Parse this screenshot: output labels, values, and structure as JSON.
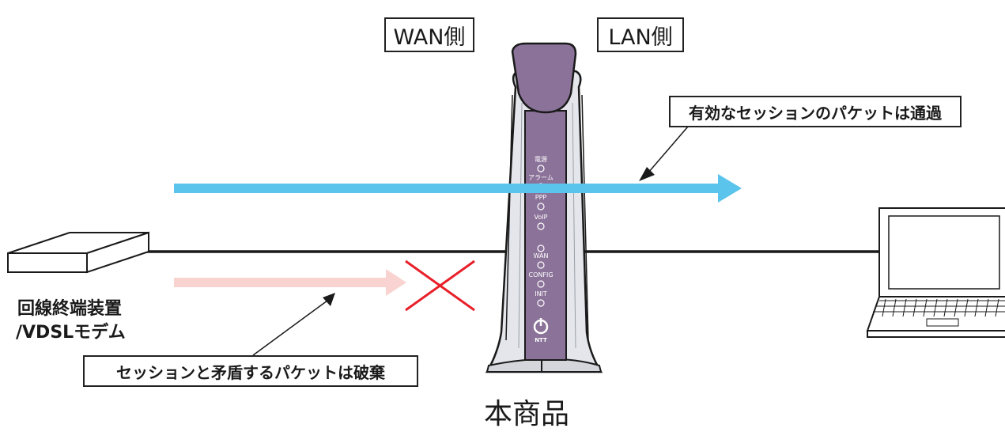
{
  "labels": {
    "wan_side": "WAN側",
    "lan_side": "LAN側",
    "valid_packets": "有効なセッションのパケットは通過",
    "discard_packets": "セッションと矛盾するパケットは破棄",
    "modem_line1": "回線終端装置",
    "modem_line2": "/VDSLモデム",
    "product": "本商品"
  },
  "router": {
    "leds": [
      "電源",
      "アラーム",
      "PPP",
      "VoIP",
      "WAN",
      "CONFIG",
      "INIT"
    ],
    "logo": "NTT"
  },
  "colors": {
    "valid_arrow": "#5bc4ec",
    "blocked_arrow": "#f9d3d0",
    "blocked_mark": "#e8202a",
    "router_body": "#8b7299",
    "router_shell": "#e4e6ec"
  }
}
